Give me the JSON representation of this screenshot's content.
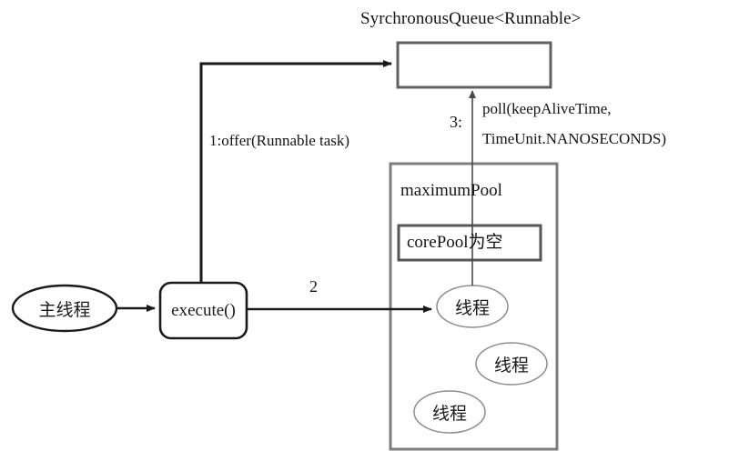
{
  "diagram": {
    "title": "SyrchronousQueue<Runnable>",
    "nodes": {
      "main_thread": "主线程",
      "execute": "execute()",
      "queue": "",
      "maximum_pool": "maximumPool",
      "core_pool": "corePool为空",
      "thread_1": "线程",
      "thread_2": "线程",
      "thread_3": "线程"
    },
    "edges": {
      "offer_label": "1:offer(Runnable task)",
      "execute_label": "2",
      "poll_number": "3:",
      "poll_line1": "poll(keepAliveTime,",
      "poll_line2": "TimeUnit.NANOSECONDS)"
    },
    "colors": {
      "stroke_dark": "#1a1a1a",
      "stroke_gray": "#6e6e6e",
      "stroke_light": "#9a9a9a",
      "background": "#ffffff"
    }
  }
}
